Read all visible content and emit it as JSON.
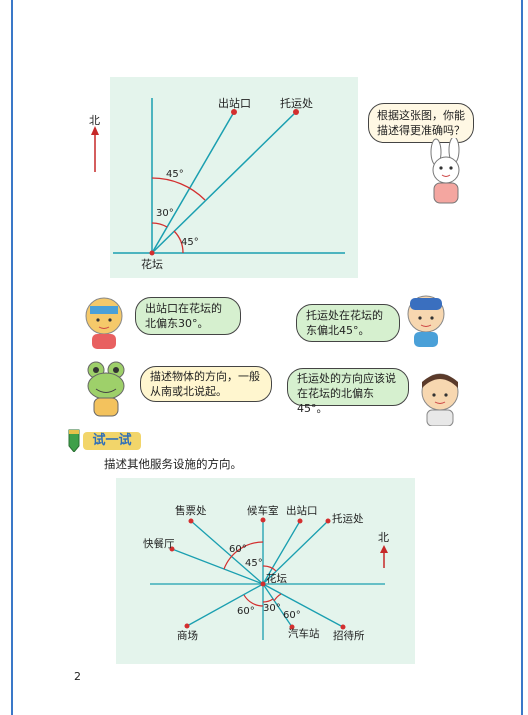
{
  "figure1": {
    "north": "北",
    "origin": "花坛",
    "exit": "出站口",
    "baggage": "托运处",
    "angle_upper": "45°",
    "angle_mid": "30°",
    "angle_lower": "45°"
  },
  "bubbles": {
    "rabbit": "根据这张图，你能描述得更准确吗？",
    "girl1": "出站口在花坛的北偏东30°。",
    "boy1": "托运处在花坛的东偏北45°。",
    "frog": "描述物体的方向，一般从南或北说起。",
    "boy2": "托运处的方向应该说在花坛的北偏东45°。"
  },
  "section": {
    "title": "试一试",
    "instruction": "描述其他服务设施的方向。"
  },
  "figure2": {
    "north": "北",
    "origin": "花坛",
    "labels": {
      "ticket": "售票处",
      "waiting": "候车室",
      "exit": "出站口",
      "baggage": "托运处",
      "fastfood": "快餐厅",
      "mall": "商场",
      "bus": "汽车站",
      "hostel": "招待所"
    },
    "angles": {
      "a60_top": "60°",
      "a45": "45°",
      "a60_bl": "60°",
      "a30": "30°",
      "a60_br": "60°"
    }
  },
  "page_number": "2"
}
